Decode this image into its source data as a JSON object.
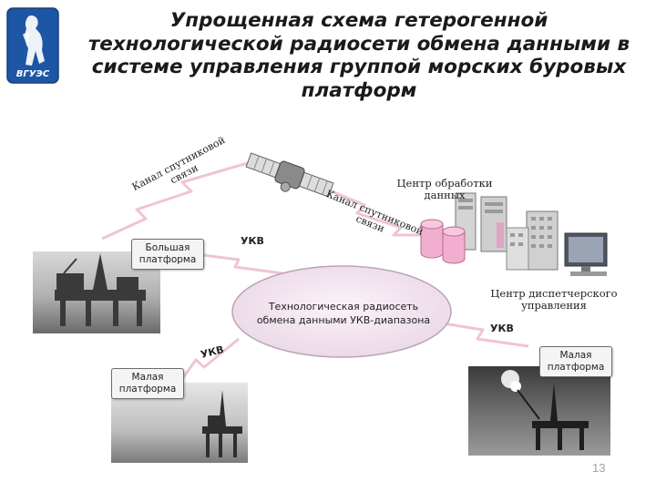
{
  "title": "Упрощенная схема гетерогенной технологической радиосети обмена данными в системе управления группой морских буровых платформ",
  "logo": {
    "text": "ВГУЭС"
  },
  "diagram": {
    "satellite_channel_left": [
      "Канал спутниковой",
      "связи"
    ],
    "satellite_channel_right": [
      "Канал спутниковой",
      "связи"
    ],
    "data_center": [
      "Центр обработки",
      "данных"
    ],
    "dispatch_center": [
      "Центр диспетчерского",
      "управления"
    ],
    "big_platform": [
      "Большая",
      "платформа"
    ],
    "small_platform_left": [
      "Малая",
      "платформа"
    ],
    "small_platform_right": [
      "Малая",
      "платформа"
    ],
    "network": [
      "Технологическая радиосеть",
      "обмена данными УКВ-диапазона"
    ],
    "ukv_top": "УКВ",
    "ukv_left": "УКВ",
    "ukv_right": "УКВ"
  },
  "page_number": "13",
  "colors": {
    "ellipse_fill": "#f2e4ef",
    "ellipse_stroke": "#b5a2b2",
    "zigzag": "#f2c8d4",
    "cylinder": "#f0a8cc"
  }
}
